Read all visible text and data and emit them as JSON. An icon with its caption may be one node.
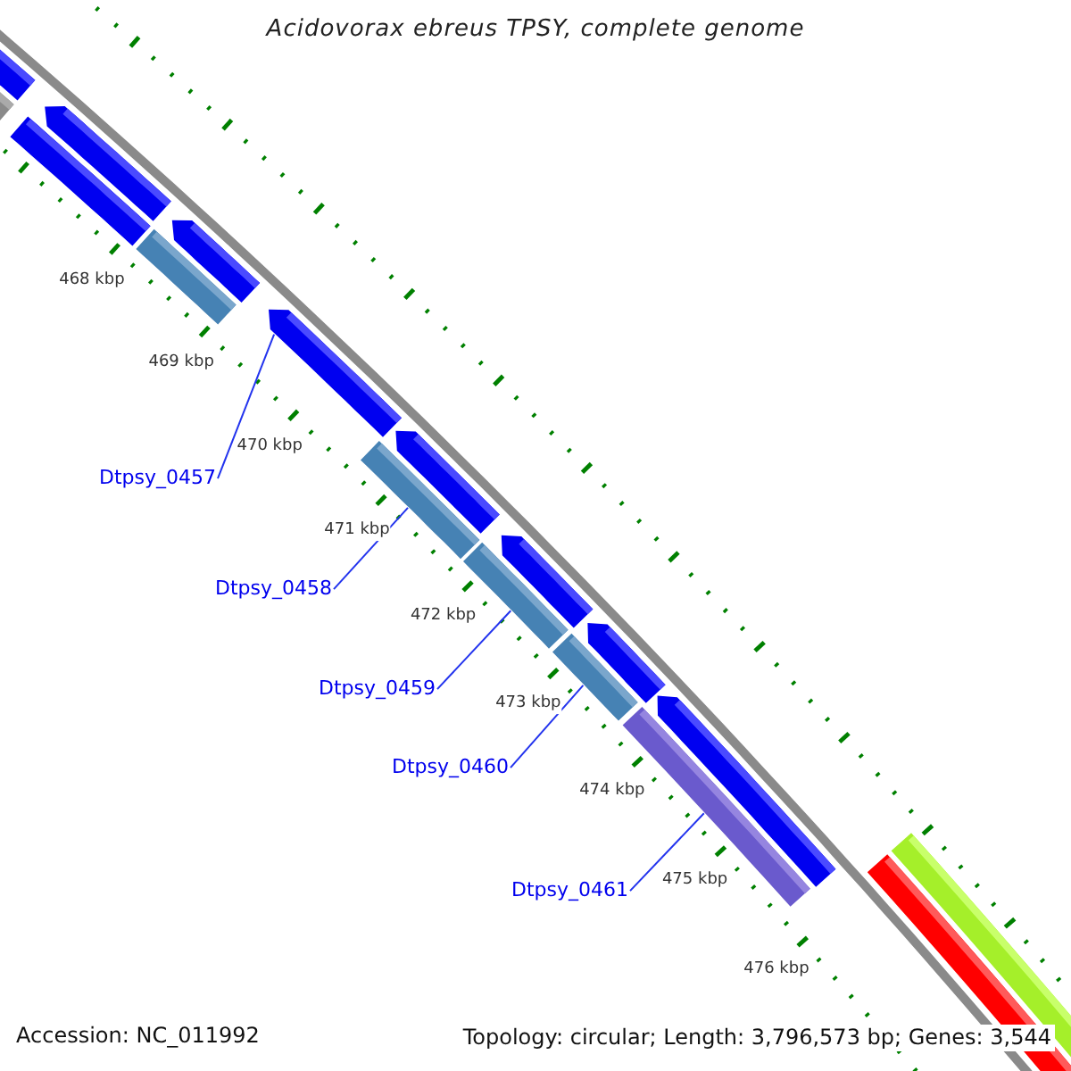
{
  "diagram": {
    "title": "Acidovorax ebreus TPSY, complete genome",
    "nodes": [
      {
        "text": [
          "Dtpsy_0457"
        ]
      },
      {
        "text": [
          "Dtpsy_0458"
        ]
      },
      {
        "text": [
          "Dtpsy_0459"
        ]
      },
      {
        "text": [
          "Dtpsy_0460"
        ]
      },
      {
        "text": [
          "Dtpsy_0461"
        ]
      },
      {
        "text": [],
        "shape": "bar"
      },
      {
        "text": [],
        "shape": "bar"
      },
      {
        "text": [],
        "shape": "bar"
      },
      {
        "text": [],
        "shape": "arrow"
      },
      {
        "text": [],
        "shape": "bar"
      },
      {
        "text": [],
        "shape": "arrow"
      },
      {
        "text": [],
        "shape": "arrow"
      },
      {
        "text": [],
        "shape": "bar"
      },
      {
        "text": [],
        "shape": "arrow"
      },
      {
        "text": [],
        "shape": "bar"
      },
      {
        "text": [],
        "shape": "arrow"
      },
      {
        "text": [],
        "shape": "bar"
      },
      {
        "text": [],
        "shape": "arrow"
      },
      {
        "text": [],
        "shape": "bar"
      },
      {
        "text": [],
        "shape": "arrow"
      },
      {
        "text": [],
        "shape": "bar"
      },
      {
        "text": [],
        "shape": "bar"
      }
    ],
    "edges": [
      {
        "from": 0,
        "to": 11,
        "arrow": "none"
      },
      {
        "from": 1,
        "to": 12,
        "arrow": "none"
      },
      {
        "from": 2,
        "to": 14,
        "arrow": "none"
      },
      {
        "from": 3,
        "to": 16,
        "arrow": "none"
      },
      {
        "from": 4,
        "to": 18,
        "arrow": "none"
      }
    ],
    "labels": [
      "468 kbp",
      "469 kbp",
      "470 kbp",
      "471 kbp",
      "472 kbp",
      "473 kbp",
      "474 kbp",
      "475 kbp",
      "476 kbp",
      "Accession: NC_011992",
      "Topology: circular; Length: 3,796,573 bp; Genes: 3,544"
    ]
  }
}
